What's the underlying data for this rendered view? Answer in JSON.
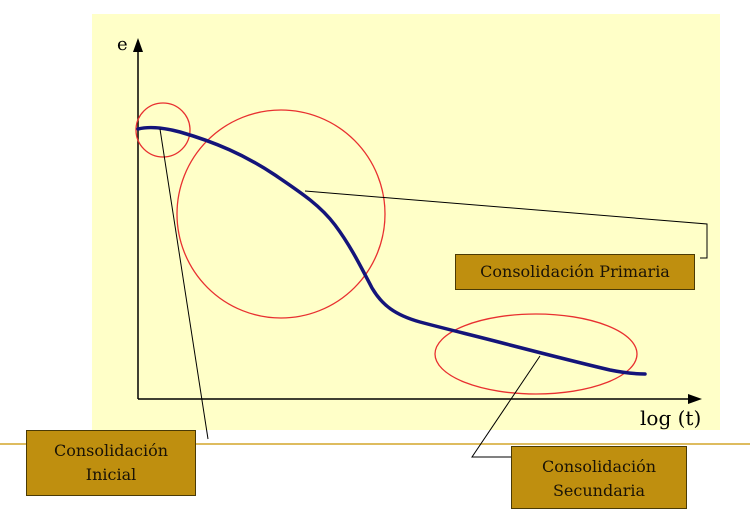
{
  "diagram": {
    "axis_y_label": "e",
    "axis_x_label": "log (t)",
    "labels": {
      "primaria": "Consolidación Primaria",
      "inicial_line1": "Consolidación",
      "inicial_line2": "Inicial",
      "secundaria_line1": "Consolidación",
      "secundaria_line2": "Secundaria"
    },
    "colors": {
      "background": "#ffffc8",
      "curve": "#14147a",
      "circles": "#e83030",
      "label_fill": "#bf8f0f",
      "divider": "#d4a62a"
    }
  }
}
